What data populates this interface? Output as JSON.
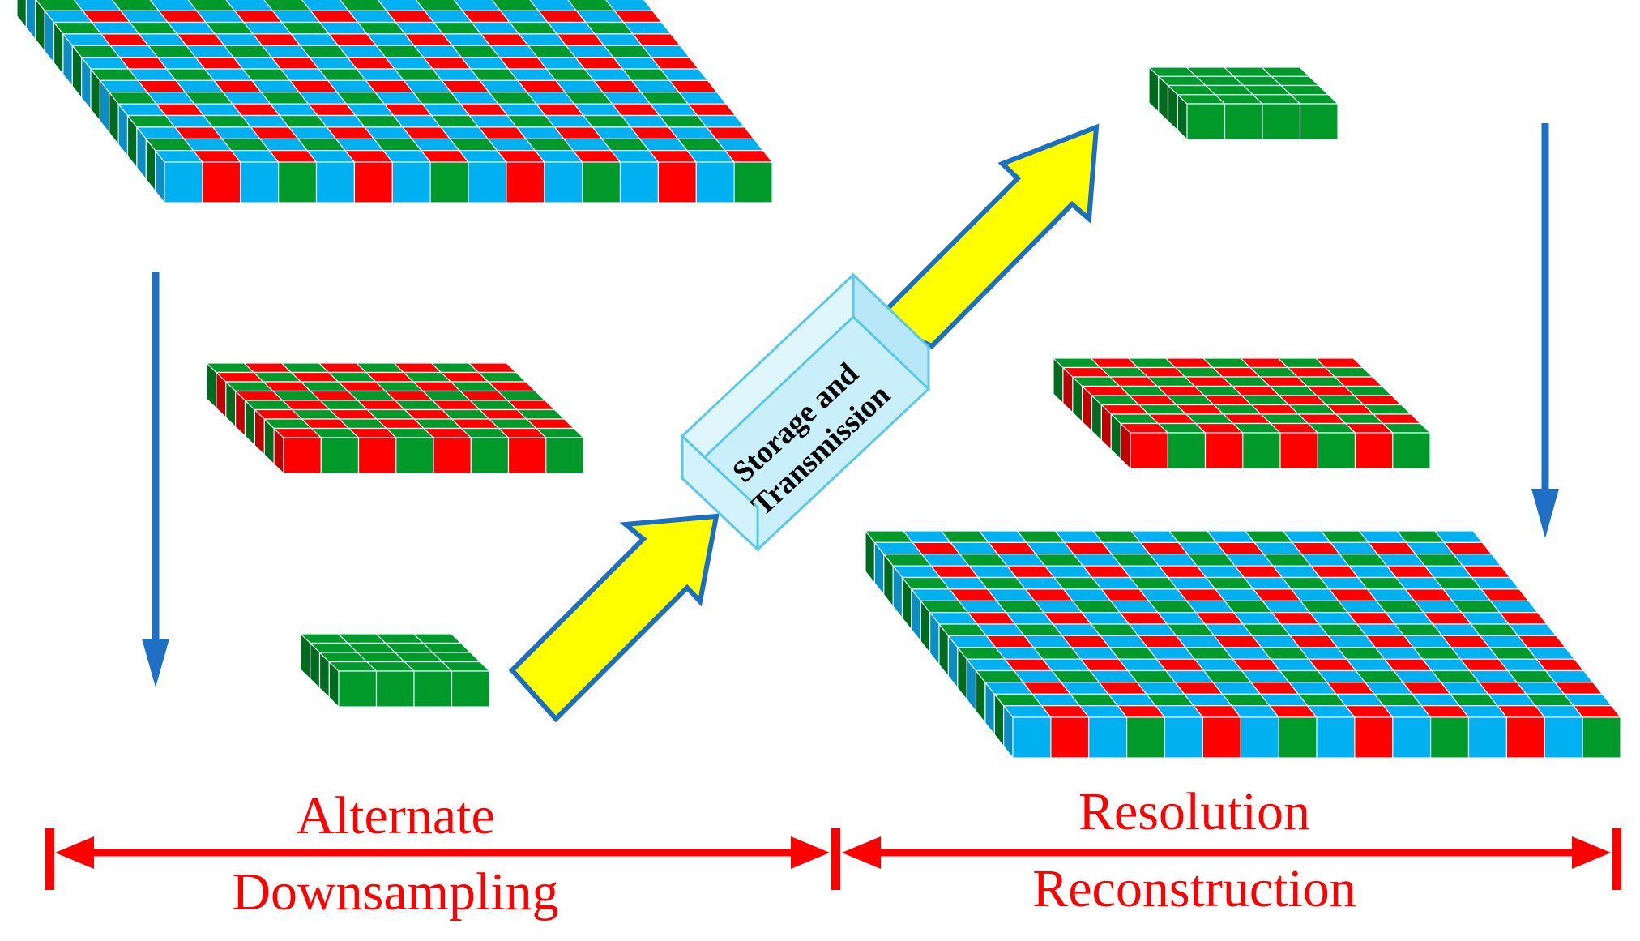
{
  "colors": {
    "blue": "#00b0f0",
    "blue_dark": "#0a8ec4",
    "red": "#ff0000",
    "red_dark": "#c00000",
    "green": "#009a2b",
    "green_dark": "#006b1c",
    "green_light": "#35c24a",
    "arrow_fill": "#ffff00",
    "arrow_stroke": "#1a6fc4",
    "flow_arrow": "#1f6fc4",
    "range_arrow": "#ff0000",
    "box_fill": "#c8effa",
    "box_stroke": "#5cc8e8"
  },
  "blocks": [
    {
      "id": "full-bayer-top-left",
      "pattern": "bayer",
      "cols": 16
    },
    {
      "id": "red-green-left",
      "pattern": "redgreen",
      "cols": 8
    },
    {
      "id": "green-small-left",
      "pattern": "green",
      "cols": 4
    },
    {
      "id": "green-small-right",
      "pattern": "green",
      "cols": 4
    },
    {
      "id": "red-green-right",
      "pattern": "redgreen",
      "cols": 8
    },
    {
      "id": "full-bayer-bottom-right",
      "pattern": "bayer",
      "cols": 16
    }
  ],
  "storage_box": {
    "line1": "Storage and",
    "line2": "Transmission"
  },
  "stages": [
    {
      "line1": "Alternate",
      "line2": "Downsampling"
    },
    {
      "line1": "Resolution",
      "line2": "Reconstruction"
    }
  ]
}
